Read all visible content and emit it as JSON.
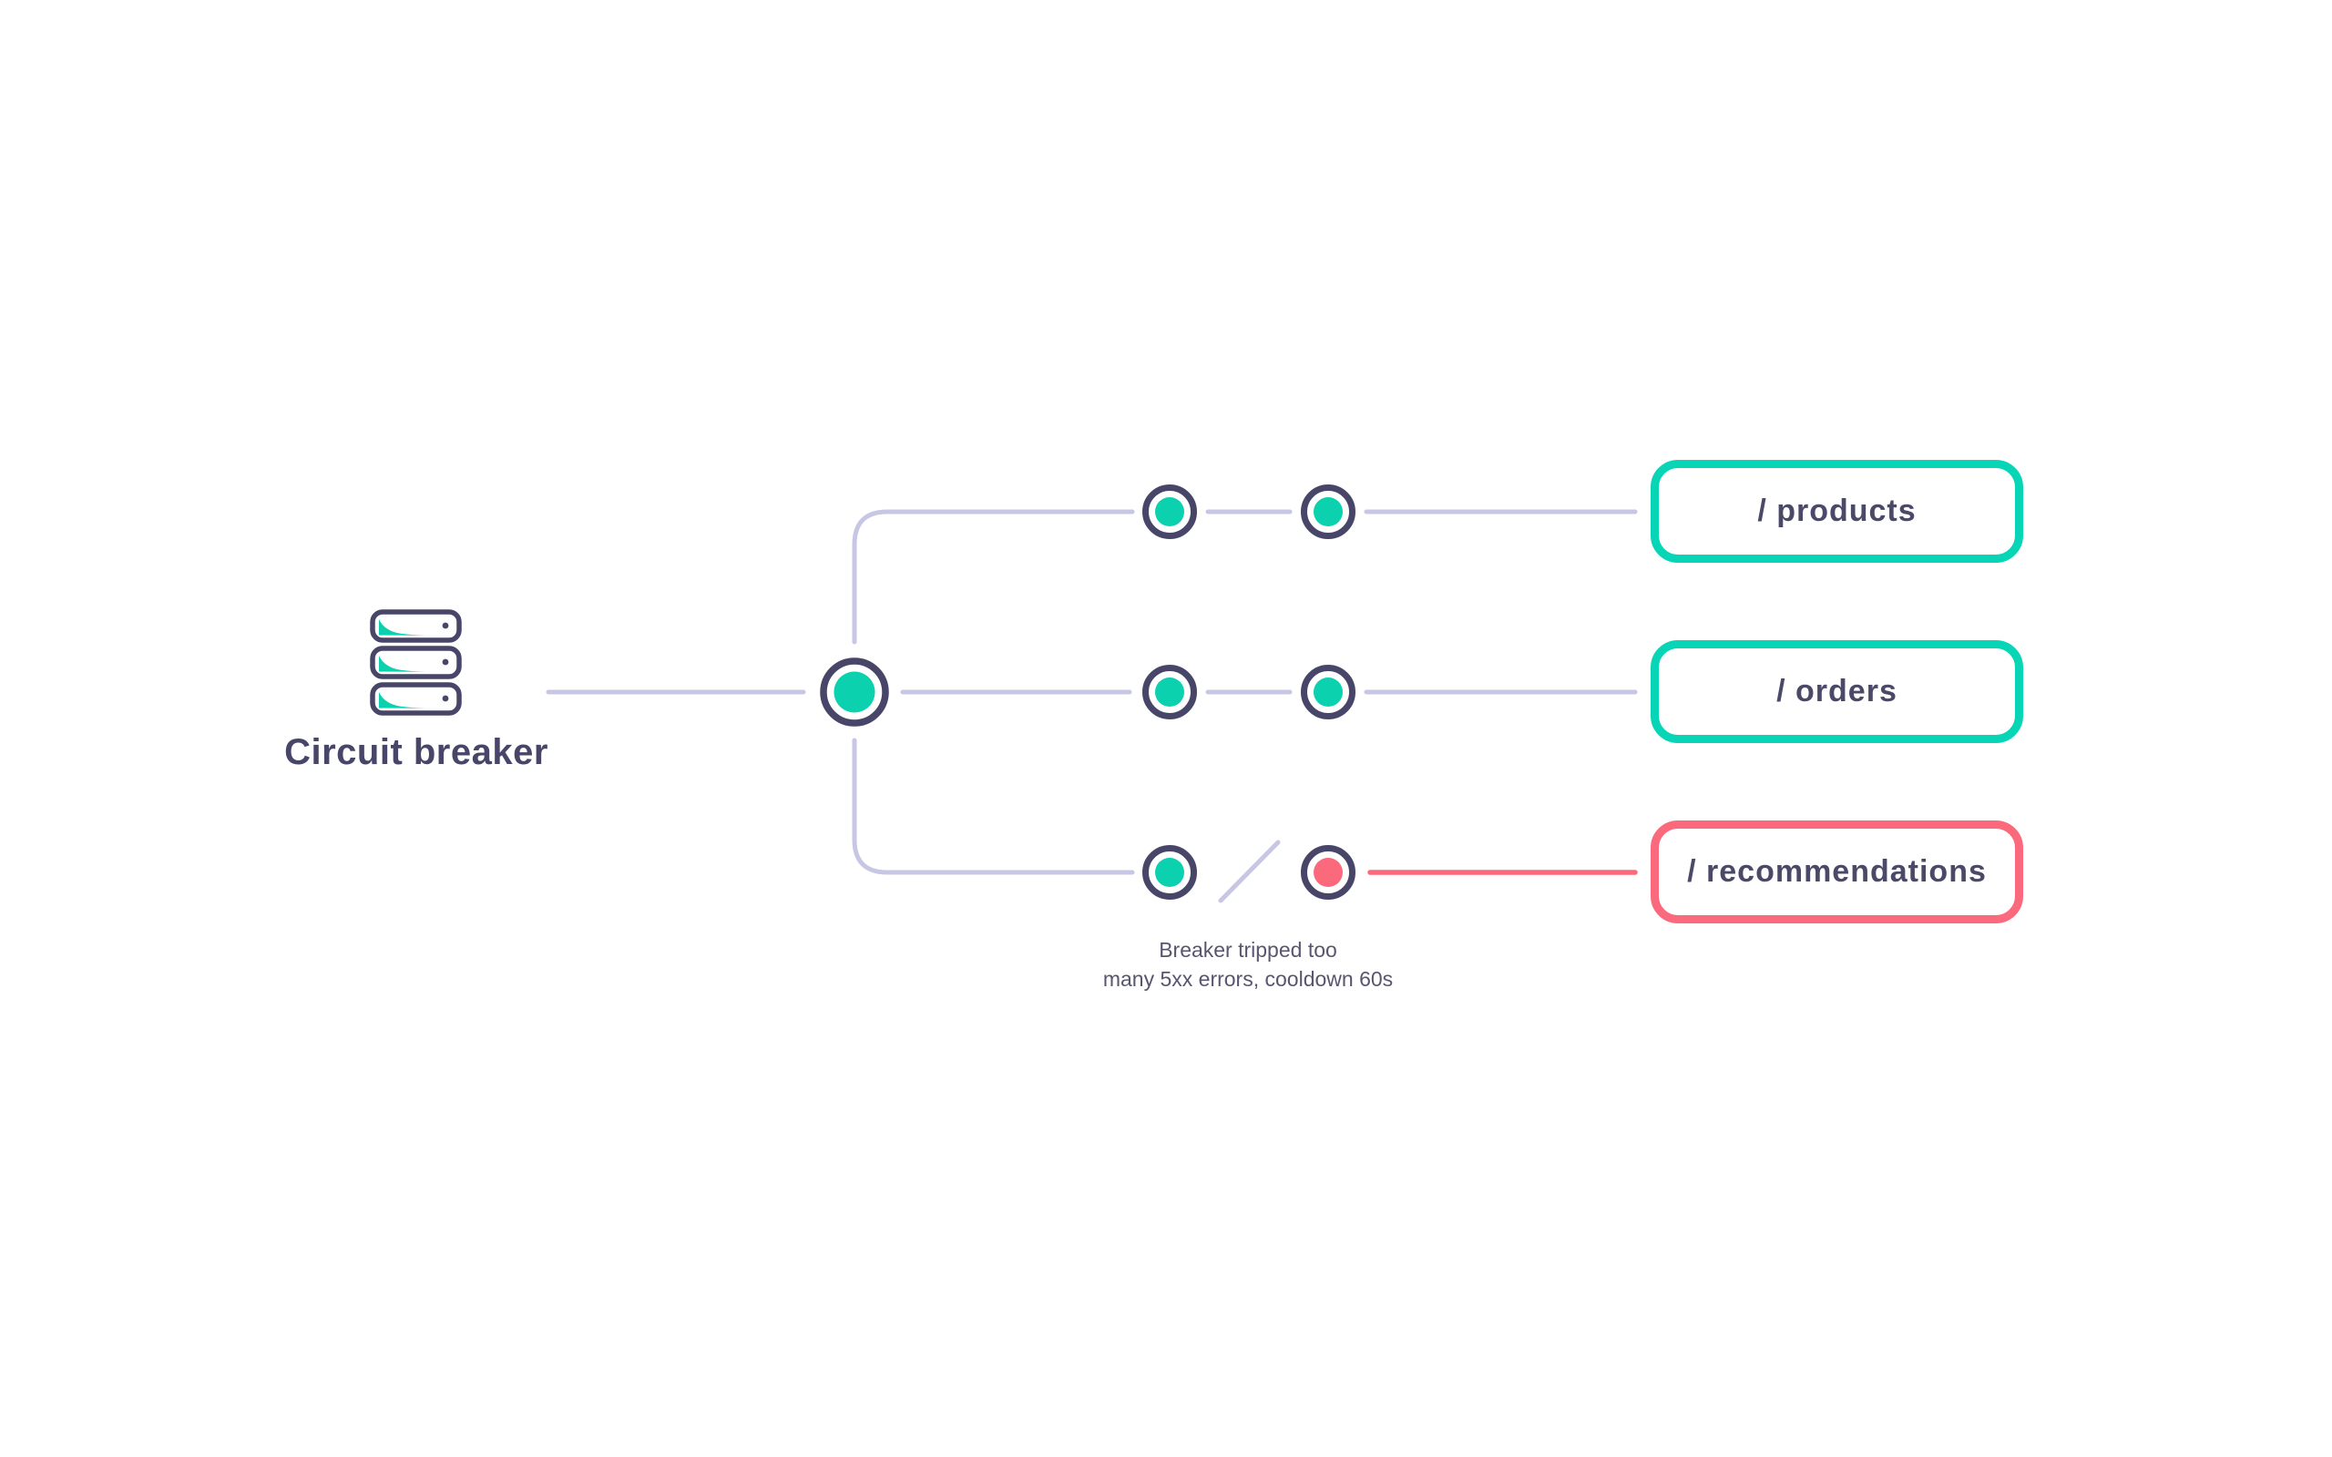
{
  "title": "Circuit breaker",
  "source": {
    "label": "Circuit breaker",
    "icon": "server-stack-icon"
  },
  "hub": {
    "icon": "breaker-hub-node",
    "state_color": "#0bd1ae"
  },
  "endpoints": [
    {
      "label": "/ products",
      "border_color": "#07d5b6",
      "link_color": "#c7c7e5",
      "nodes": [
        "#0bd1ae",
        "#0bd1ae"
      ]
    },
    {
      "label": "/ orders",
      "border_color": "#07d5b6",
      "link_color": "#c7c7e5",
      "nodes": [
        "#0bd1ae",
        "#0bd1ae"
      ]
    },
    {
      "label": "/ recommendations",
      "border_color": "#fa6a7c",
      "link_color": "#fa6a7c",
      "nodes": [
        "#0bd1ae",
        "#fa6a7c"
      ]
    }
  ],
  "caption": {
    "line1": "Breaker tripped too",
    "line2": "many 5xx errors, cooldown 60s"
  },
  "colors": {
    "slate": "#484668",
    "teal": "#0bd1ae",
    "teal_border": "#07d5b6",
    "coral": "#fa6a7c",
    "lavender": "#c7c7e5",
    "background": "#ffffff"
  }
}
